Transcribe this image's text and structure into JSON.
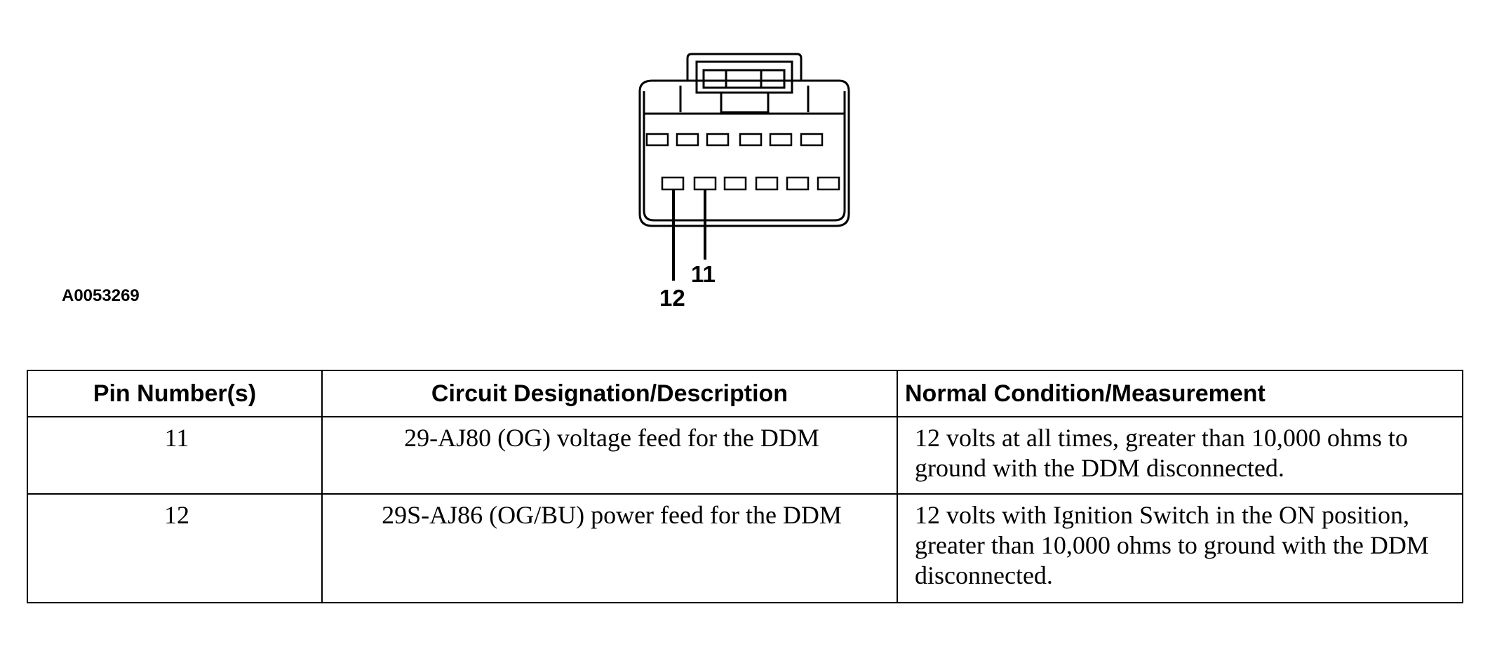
{
  "figure_code": "A0053269",
  "connector": {
    "callouts": [
      {
        "pin": "11"
      },
      {
        "pin": "12"
      }
    ]
  },
  "table": {
    "headers": [
      "Pin Number(s)",
      "Circuit Designation/Description",
      "Normal Condition/Measurement"
    ],
    "rows": [
      {
        "pin": "11",
        "circuit": "29-AJ80 (OG) voltage feed for the DDM",
        "measurement": "12 volts at all times, greater than 10,000 ohms to ground with the DDM disconnected."
      },
      {
        "pin": "12",
        "circuit": "29S-AJ86 (OG/BU) power feed for the DDM",
        "measurement": "12 volts with Ignition Switch in the ON position, greater than 10,000 ohms to ground with the DDM disconnected."
      }
    ]
  }
}
